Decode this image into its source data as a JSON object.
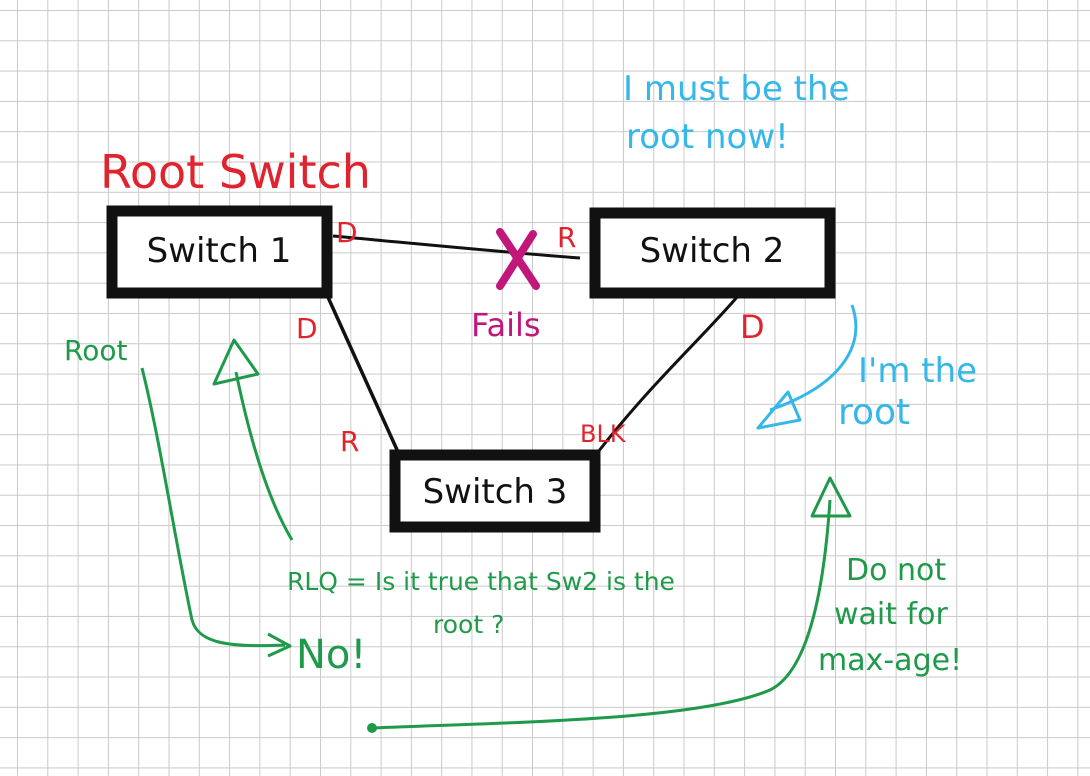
{
  "colors": {
    "grid": "#c9c9c9",
    "ink": "#111111",
    "red": "#e0242f",
    "magenta": "#c2177a",
    "cyan": "#36b7ea",
    "green": "#1f9a4a"
  },
  "title": "Root Switch",
  "switches": {
    "s1": "Switch 1",
    "s2": "Switch 2",
    "s3": "Switch 3"
  },
  "port_labels": {
    "s1_right": "D",
    "s1_bottom": "D",
    "s2_left": "R",
    "s2_bottom": "D",
    "s3_left": "R",
    "s3_right": "BLK"
  },
  "failure_label": "Fails",
  "notes": {
    "sw2_thought_line1": "I must be the",
    "sw2_thought_line2": "root now!",
    "im_root_line1": "I'm the",
    "im_root_line2": "root",
    "root": "Root",
    "rlq_line1": "RLQ = Is it true that Sw2 is the",
    "rlq_line2": "root ?",
    "no": "No!",
    "dont_wait_line1": "Do not",
    "dont_wait_line2": "wait for",
    "dont_wait_line3": "max-age!"
  }
}
